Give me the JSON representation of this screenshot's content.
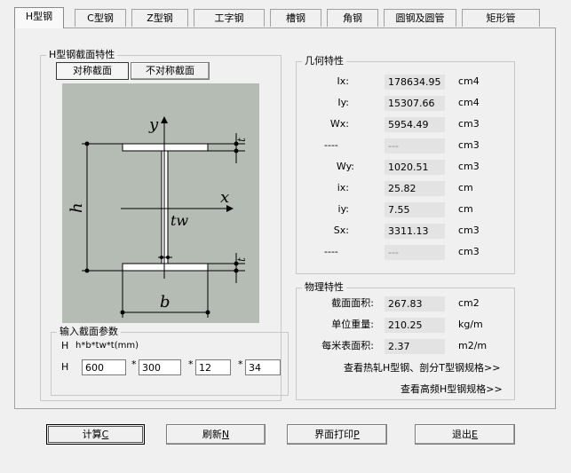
{
  "tabs": [
    {
      "label": "H型钢"
    },
    {
      "label": "C型钢"
    },
    {
      "label": "Z型钢"
    },
    {
      "label": "工字钢"
    },
    {
      "label": "槽钢"
    },
    {
      "label": "角钢"
    },
    {
      "label": "圆钢及圆管"
    },
    {
      "label": "矩形管"
    }
  ],
  "section": {
    "title": "H型钢截面特性",
    "sym_button": "对称截面",
    "asym_button": "不对称截面"
  },
  "diagram": {
    "y_label": "y",
    "x_label": "x",
    "h_label": "h",
    "b_label": "b",
    "tw_label": "tw",
    "t_top_label": "t",
    "t_bottom_label": "t"
  },
  "input": {
    "title": "输入截面参数",
    "formula_prefix": "H",
    "formula": "h*b*tw*t(mm)",
    "row_prefix": "H",
    "sep": "*",
    "h": "600",
    "b": "300",
    "tw": "12",
    "t": "34"
  },
  "geometry": {
    "title": "几何特性",
    "rows": [
      {
        "label": "Ix:",
        "value": "178634.95",
        "unit": "cm4"
      },
      {
        "label": "Iy:",
        "value": "15307.66",
        "unit": "cm4"
      },
      {
        "label": "Wx:",
        "value": "5954.49",
        "unit": "cm3"
      },
      {
        "label": "----",
        "value": "---",
        "unit": "cm3"
      },
      {
        "label": "Wy:",
        "value": "1020.51",
        "unit": "cm3"
      },
      {
        "label": "ix:",
        "value": "25.82",
        "unit": "cm"
      },
      {
        "label": "iy:",
        "value": "7.55",
        "unit": "cm"
      },
      {
        "label": "Sx:",
        "value": "3311.13",
        "unit": "cm3"
      },
      {
        "label": "----",
        "value": "---",
        "unit": "cm3"
      }
    ]
  },
  "physical": {
    "title": "物理特性",
    "rows": [
      {
        "label": "截面面积:",
        "value": "267.83",
        "unit": "cm2"
      },
      {
        "label": "单位重量:",
        "value": "210.25",
        "unit": "kg/m"
      },
      {
        "label": "每米表面积:",
        "value": "2.37",
        "unit": "m2/m"
      }
    ],
    "link1": "查看热轧H型钢、剖分T型钢规格>>",
    "link2": "查看高频H型钢规格>>"
  },
  "buttons": {
    "calc": "计算",
    "calc_key": "C",
    "refresh": "刷新",
    "refresh_key": "N",
    "print": "界面打印",
    "print_key": "P",
    "exit": "退出",
    "exit_key": "E"
  },
  "colors": {
    "diagram_bg": "#b4bcb4",
    "field_bg": "#e3e3e3"
  }
}
